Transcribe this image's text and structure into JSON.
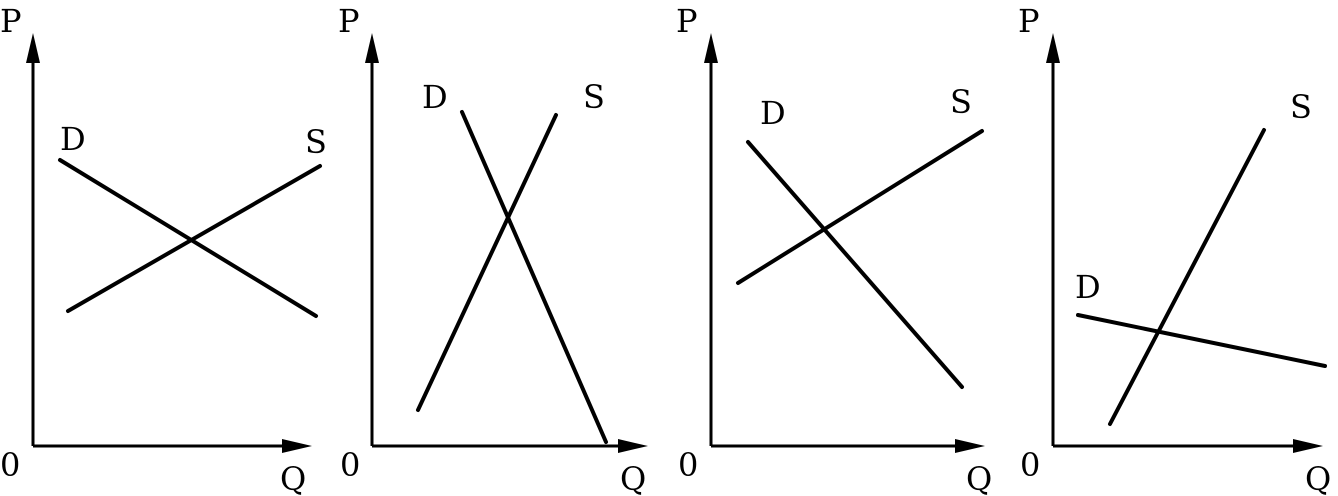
{
  "panels": [
    {
      "p_label": "P",
      "q_label": "Q",
      "origin_label": "0",
      "d_label": "D",
      "s_label": "S"
    },
    {
      "p_label": "P",
      "q_label": "Q",
      "origin_label": "0",
      "d_label": "D",
      "s_label": "S"
    },
    {
      "p_label": "P",
      "q_label": "Q",
      "origin_label": "0",
      "d_label": "D",
      "s_label": "S"
    },
    {
      "p_label": "P",
      "q_label": "Q",
      "origin_label": "0",
      "d_label": "D",
      "s_label": "S"
    }
  ]
}
